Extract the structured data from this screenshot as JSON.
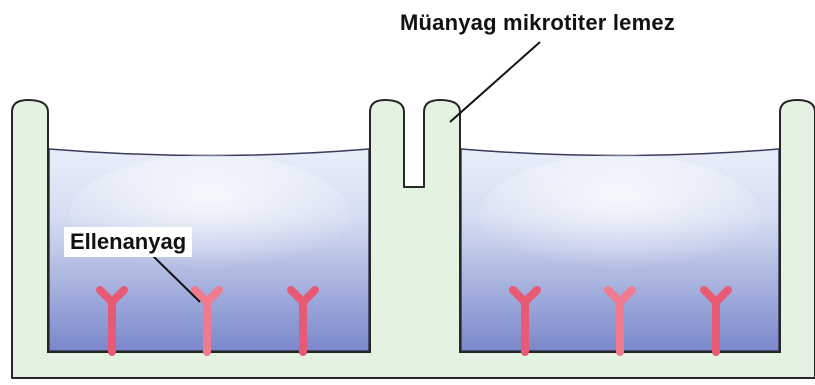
{
  "labels": {
    "plate": "Müanyag mikrotiter lemez",
    "antibody": "Ellenanyag"
  },
  "wells": [
    {
      "antibodies": 3
    },
    {
      "antibodies": 3
    }
  ],
  "colors": {
    "plate_fill": "#e4f3e1",
    "plate_stroke": "#262626",
    "liquid_top": "#f2f5fb",
    "liquid_bottom": "#7e8dce",
    "antibody": "#e85a74",
    "antibody_light": "#f07a8e"
  }
}
